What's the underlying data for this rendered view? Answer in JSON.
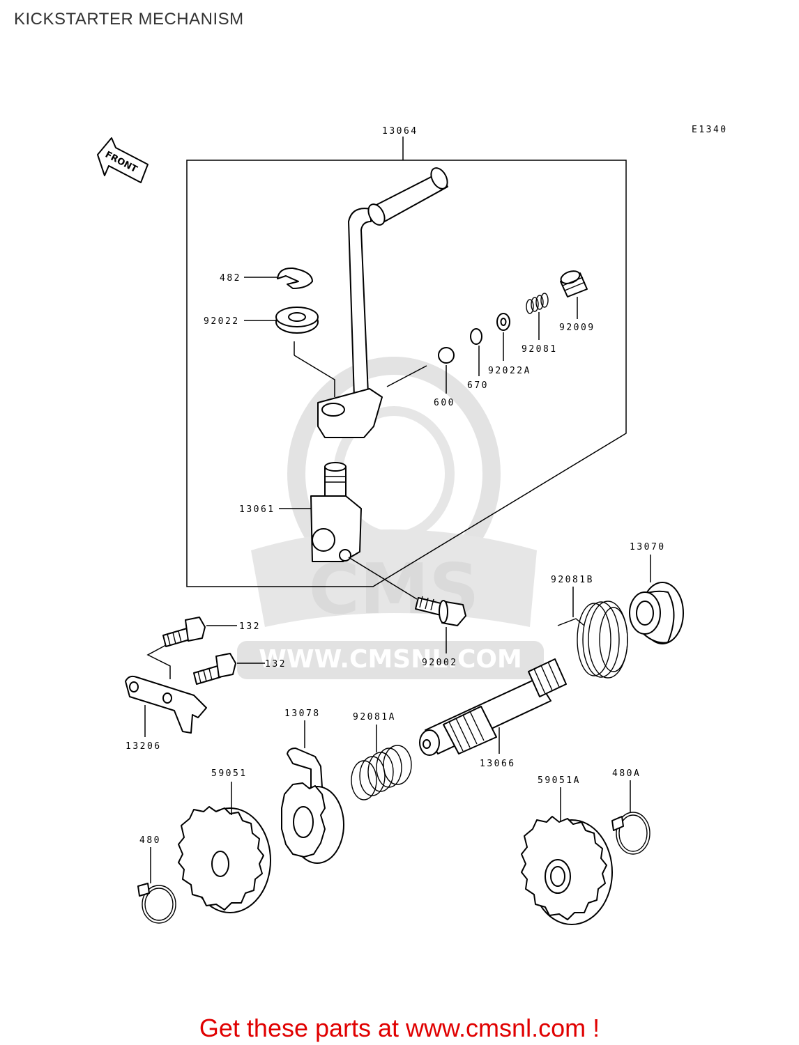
{
  "page": {
    "title": "KICKSTARTER MECHANISM"
  },
  "diagram": {
    "code": "E1340",
    "front_label": "FRONT",
    "watermark_logo": "CMS",
    "watermark_url": "WWW.CMSNL.COM",
    "callouts": {
      "p13064": "13064",
      "p482": "482",
      "p92022": "92022",
      "p92009": "92009",
      "p92081": "92081",
      "p92022A": "92022A",
      "p670": "670",
      "p600": "600",
      "p13061": "13061",
      "p13070": "13070",
      "p92081B": "92081B",
      "p132a": "132",
      "p132b": "132",
      "p92002": "92002",
      "p13206": "13206",
      "p13078": "13078",
      "p92081A": "92081A",
      "p13066": "13066",
      "p59051": "59051",
      "p59051A": "59051A",
      "p480A": "480A",
      "p480": "480"
    }
  },
  "footer": {
    "text": "Get these parts at www.cmsnl.com !"
  },
  "colors": {
    "footer_text": "#e00000",
    "line": "#000000",
    "watermark": "#dcdcdc"
  }
}
